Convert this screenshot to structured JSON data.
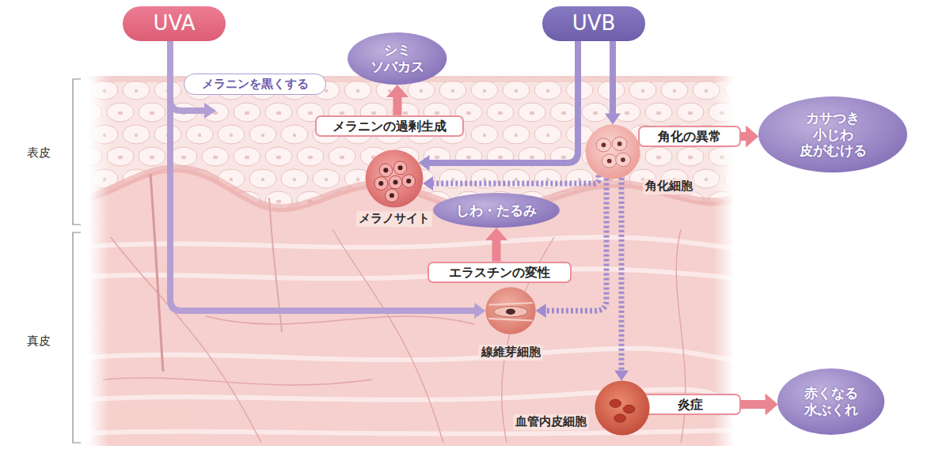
{
  "diagram": {
    "nodes": [
      {
        "text": [
          "UVA"
        ]
      },
      {
        "text": [
          "UVB"
        ]
      },
      {
        "text": [
          "シミ ソバカス"
        ]
      },
      {
        "text": [
          "メラニンを黒くする"
        ]
      },
      {
        "text": [
          "メラニンの過剰生成"
        ]
      },
      {
        "text": [
          "角化の異常"
        ]
      },
      {
        "text": [
          "カサつき 小じわ 皮がむける"
        ]
      },
      {
        "text": [
          "メラノサイト"
        ]
      },
      {
        "text": [
          "角化細胞"
        ]
      },
      {
        "text": [
          "しわ・たるみ"
        ]
      },
      {
        "text": [
          "エラスチンの変性"
        ]
      },
      {
        "text": [
          "線維芽細胞"
        ]
      },
      {
        "text": [
          "炎症"
        ]
      },
      {
        "text": [
          "赤くなる 水ぶくれ"
        ]
      },
      {
        "text": [
          "血管内皮細胞"
        ]
      }
    ],
    "edges": [
      {
        "from": 0,
        "to": 11,
        "arrow": "to"
      },
      {
        "from": 1,
        "to": 7,
        "arrow": "to"
      },
      {
        "from": 1,
        "to": 8,
        "arrow": "to"
      },
      {
        "from": 8,
        "to": 7,
        "arrow": "to"
      },
      {
        "from": 8,
        "to": 11,
        "arrow": "to"
      },
      {
        "from": 8,
        "to": 14,
        "arrow": "to"
      },
      {
        "from": 4,
        "to": 2,
        "arrow": "to"
      },
      {
        "from": 5,
        "to": 6,
        "arrow": "to"
      },
      {
        "from": 10,
        "to": 9,
        "arrow": "to"
      },
      {
        "from": 12,
        "to": 13,
        "arrow": "to"
      }
    ],
    "labels": [
      "表皮",
      "真皮"
    ]
  }
}
